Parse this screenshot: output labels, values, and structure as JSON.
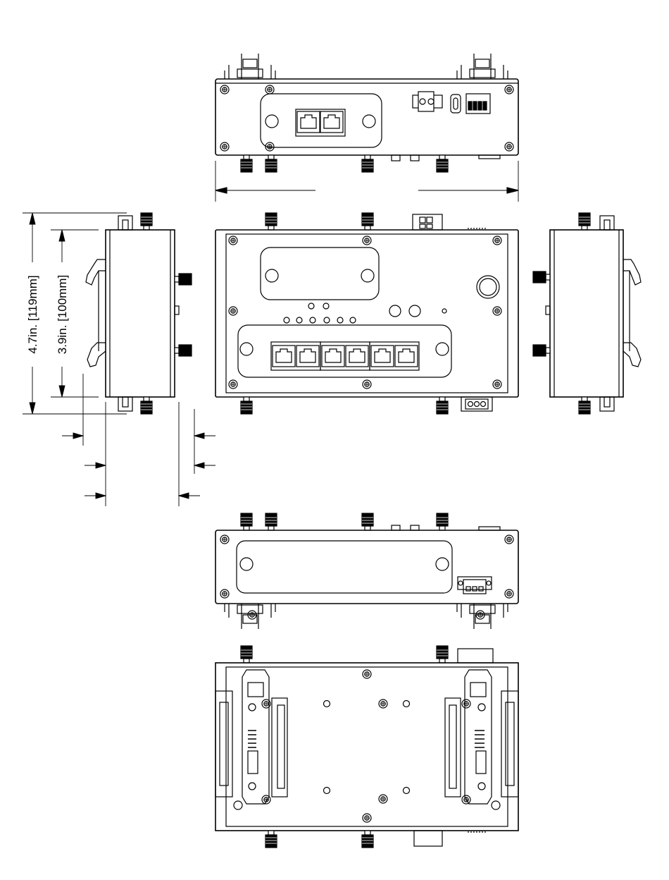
{
  "dimensions": {
    "height_outer": "4.7in. [119mm]",
    "height_inner": "3.9in. [100mm]"
  },
  "views": [
    "top-view",
    "front-view",
    "left-side-view",
    "right-side-view",
    "bottom-view",
    "rear-view"
  ],
  "style": {
    "line_color": "#000000",
    "background": "#ffffff"
  }
}
